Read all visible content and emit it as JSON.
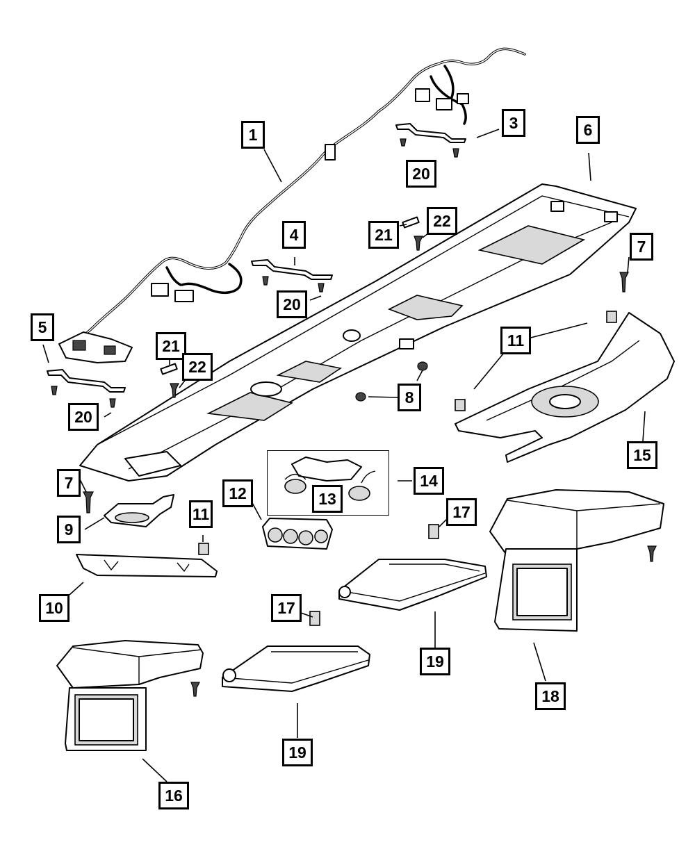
{
  "callouts": [
    {
      "id": "c-1",
      "label": "1"
    },
    {
      "id": "c-3",
      "label": "3"
    },
    {
      "id": "c-4",
      "label": "4"
    },
    {
      "id": "c-5",
      "label": "5"
    },
    {
      "id": "c-6",
      "label": "6"
    },
    {
      "id": "c-7a",
      "label": "7"
    },
    {
      "id": "c-7b",
      "label": "7"
    },
    {
      "id": "c-8",
      "label": "8"
    },
    {
      "id": "c-9",
      "label": "9"
    },
    {
      "id": "c-10",
      "label": "10"
    },
    {
      "id": "c-11a",
      "label": "11"
    },
    {
      "id": "c-11b",
      "label": "11"
    },
    {
      "id": "c-12",
      "label": "12"
    },
    {
      "id": "c-13",
      "label": "13"
    },
    {
      "id": "c-14",
      "label": "14"
    },
    {
      "id": "c-15",
      "label": "15"
    },
    {
      "id": "c-16",
      "label": "16"
    },
    {
      "id": "c-17a",
      "label": "17"
    },
    {
      "id": "c-17b",
      "label": "17"
    },
    {
      "id": "c-18",
      "label": "18"
    },
    {
      "id": "c-19a",
      "label": "19"
    },
    {
      "id": "c-19b",
      "label": "19"
    },
    {
      "id": "c-20a",
      "label": "20"
    },
    {
      "id": "c-20b",
      "label": "20"
    },
    {
      "id": "c-20c",
      "label": "20"
    },
    {
      "id": "c-21a",
      "label": "21"
    },
    {
      "id": "c-21b",
      "label": "21"
    },
    {
      "id": "c-22a",
      "label": "22"
    },
    {
      "id": "c-22b",
      "label": "22"
    }
  ]
}
